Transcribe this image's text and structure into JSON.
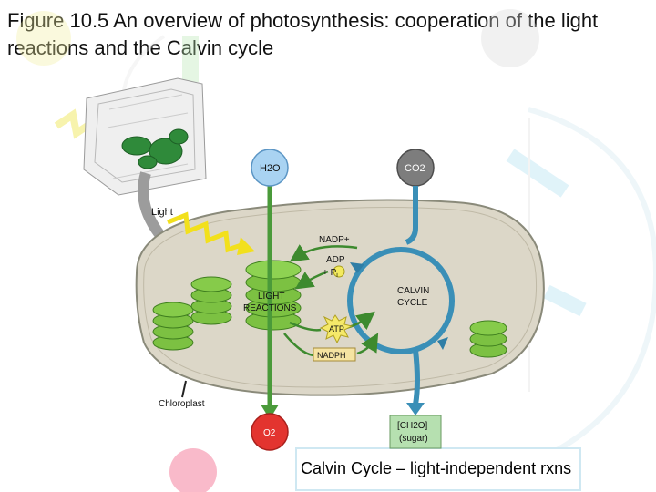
{
  "title": "Figure 10.5 An overview of photosynthesis: cooperation of the light reactions and the Calvin cycle",
  "caption": "Calvin Cycle – light-independent rxns",
  "labels": {
    "light": "Light",
    "h2o": "H2O",
    "co2": "CO2",
    "nadp_plus": "NADP+",
    "adp": "ADP",
    "pi": "+ P",
    "pi_sub": "i",
    "light_reactions_1": "LIGHT",
    "light_reactions_2": "REACTIONS",
    "calvin_cycle_1": "CALVIN",
    "calvin_cycle_2": "CYCLE",
    "atp": "ATP",
    "nadph": "NADPH",
    "chloroplast": "Chloroplast",
    "o2": "O2",
    "sugar_1": "[CH2O]",
    "sugar_2": "(sugar)"
  },
  "colors": {
    "chloroplast_fill": "#ddd8c9",
    "thylakoid_green": "#7cc142",
    "water_blue": "#a9d3f2",
    "co2_gray": "#7d7d7d",
    "o2_red": "#e3342f",
    "sugar_green": "#b6e0b0",
    "calvin_blue": "#3a8fb7",
    "arrow_green": "#4a9a3a",
    "atp_yellow": "#f5e96a"
  }
}
